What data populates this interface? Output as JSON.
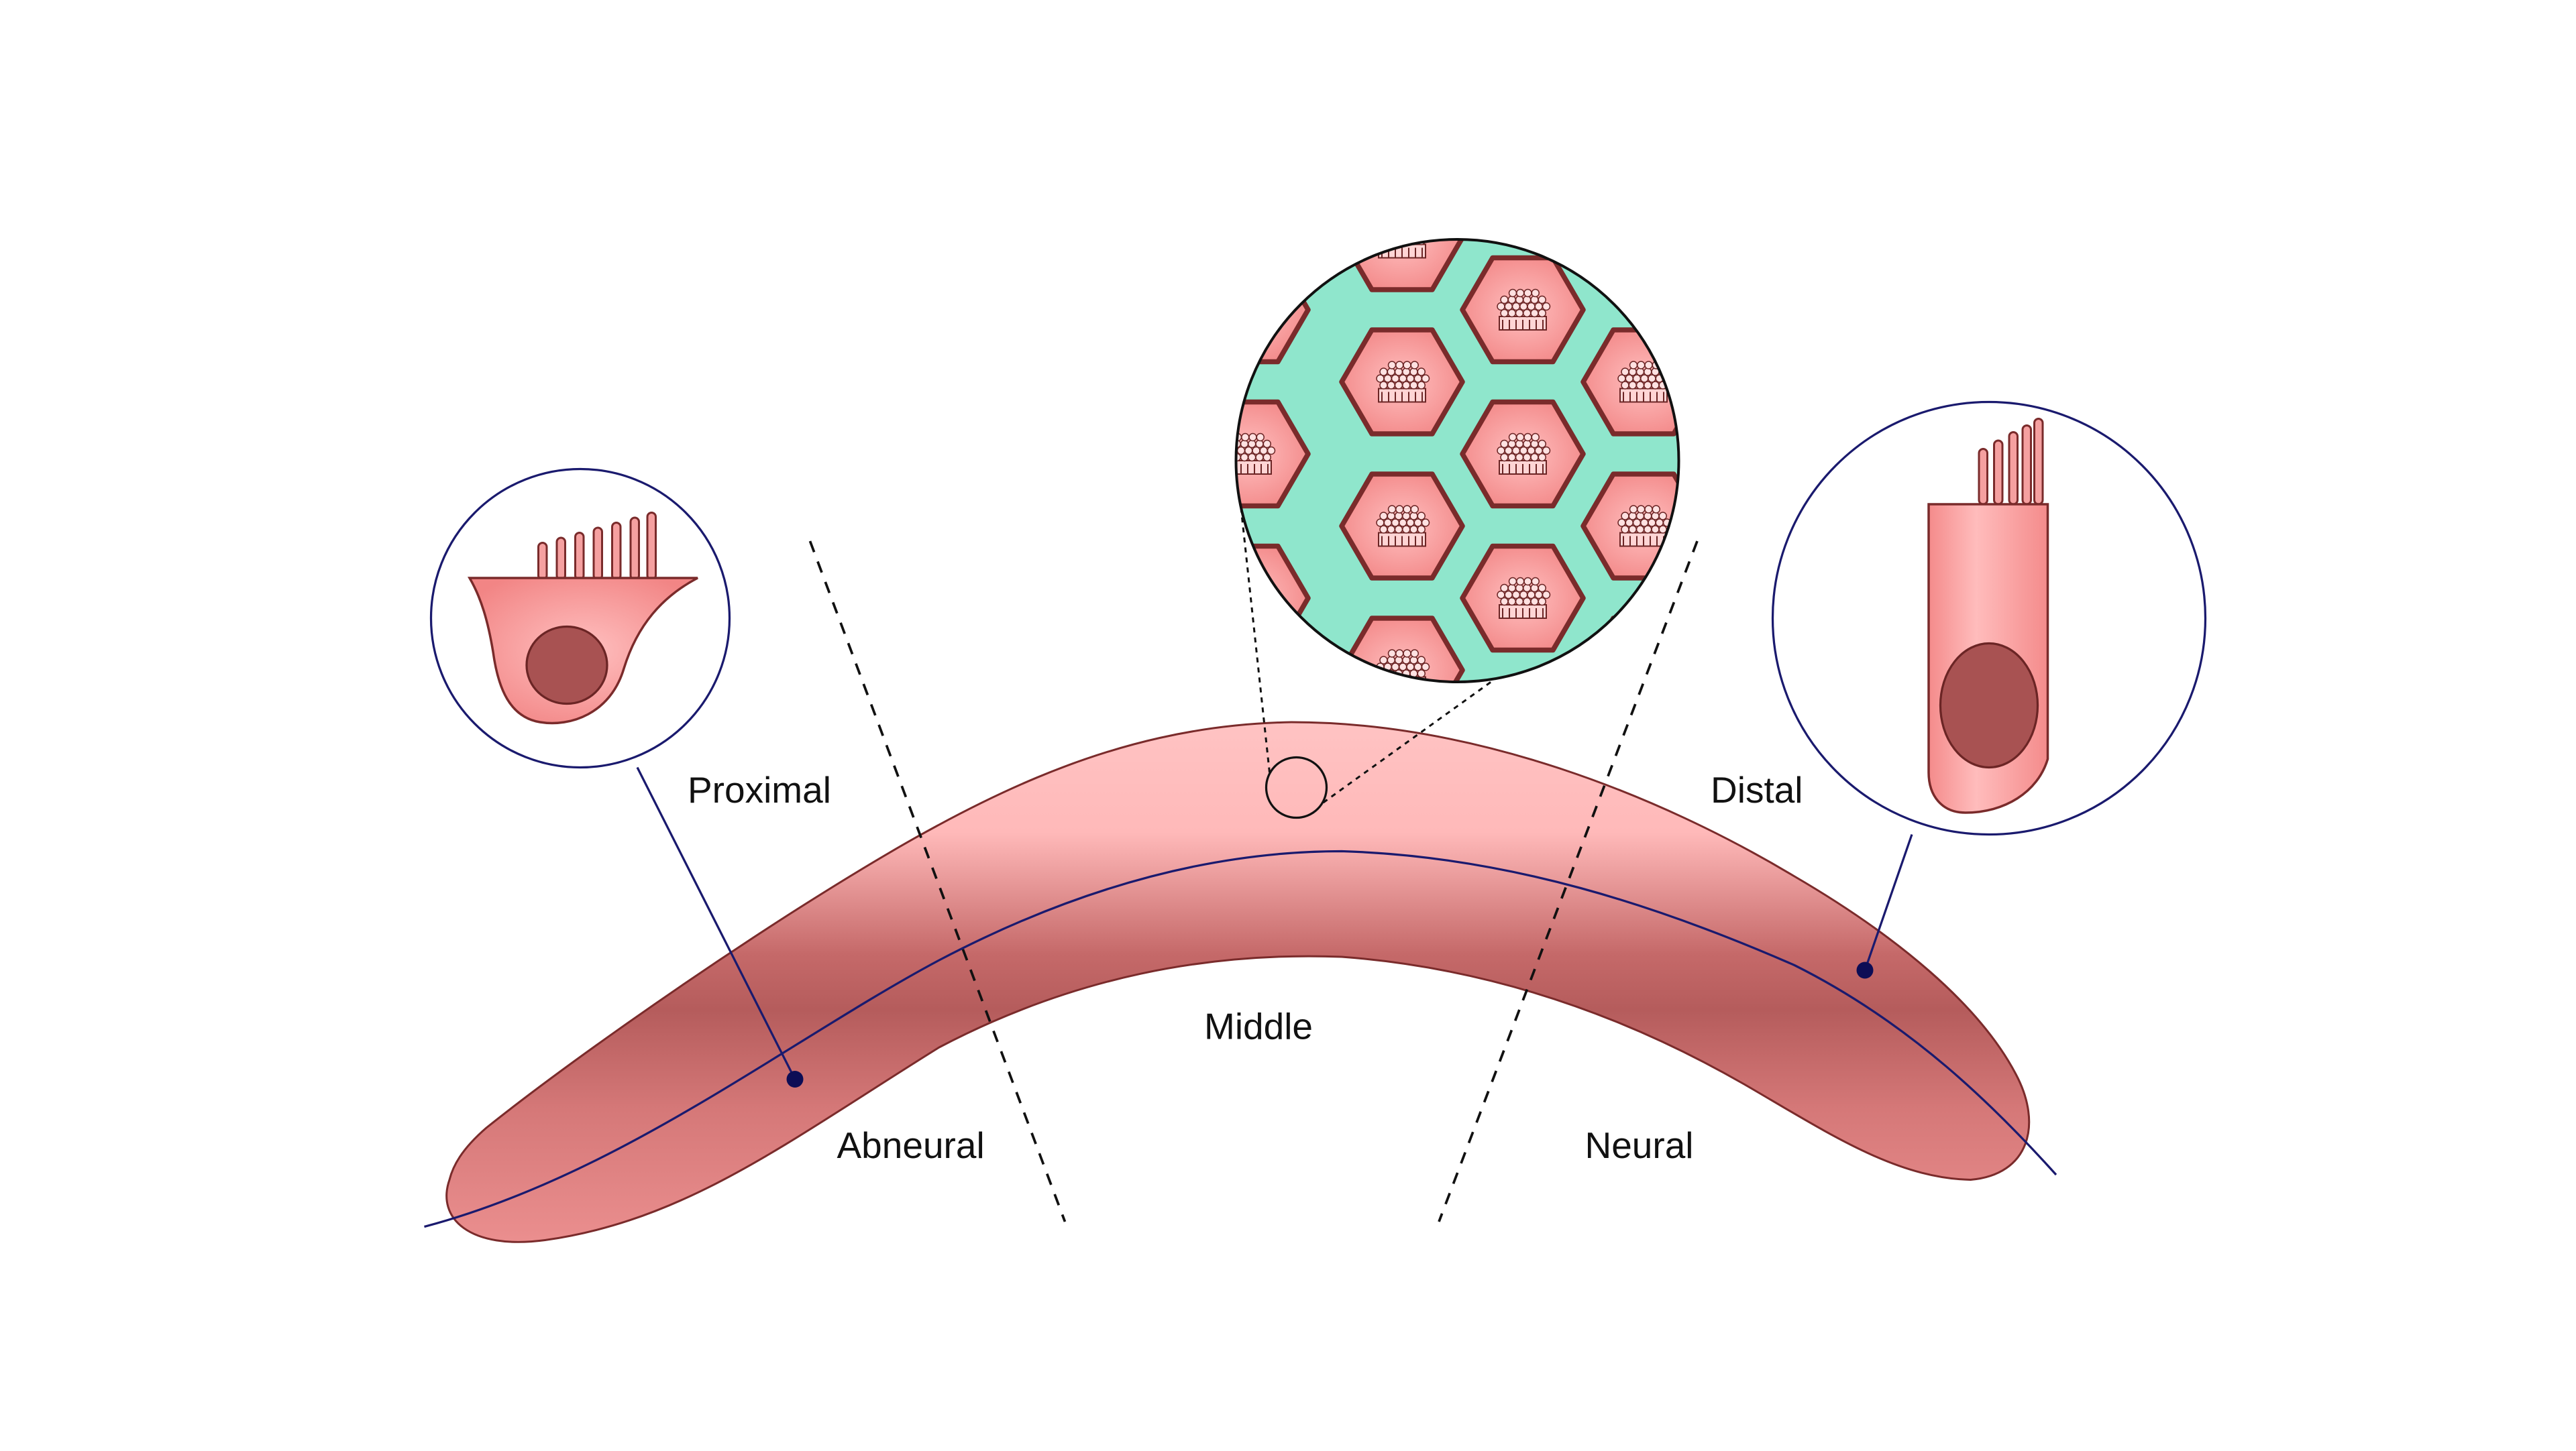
{
  "labels": {
    "proximal": "Proximal",
    "distal": "Distal",
    "middle": "Middle",
    "abneural": "Abneural",
    "neural": "Neural"
  },
  "colors": {
    "tissue_light": "#ffbcbc",
    "tissue_mid": "#f08c8c",
    "tissue_dark": "#b35c5c",
    "outline": "#7a2b2b",
    "nucleus": "#a85252",
    "support_cell_green": "#8fe6cc",
    "leader_line": "#1a1a6e",
    "divider": "#111111"
  },
  "icons": {
    "left_inset": "short-hair-cell-icon",
    "right_inset": "tall-hair-cell-icon",
    "zoom_inset": "hair-cell-mosaic-icon"
  }
}
